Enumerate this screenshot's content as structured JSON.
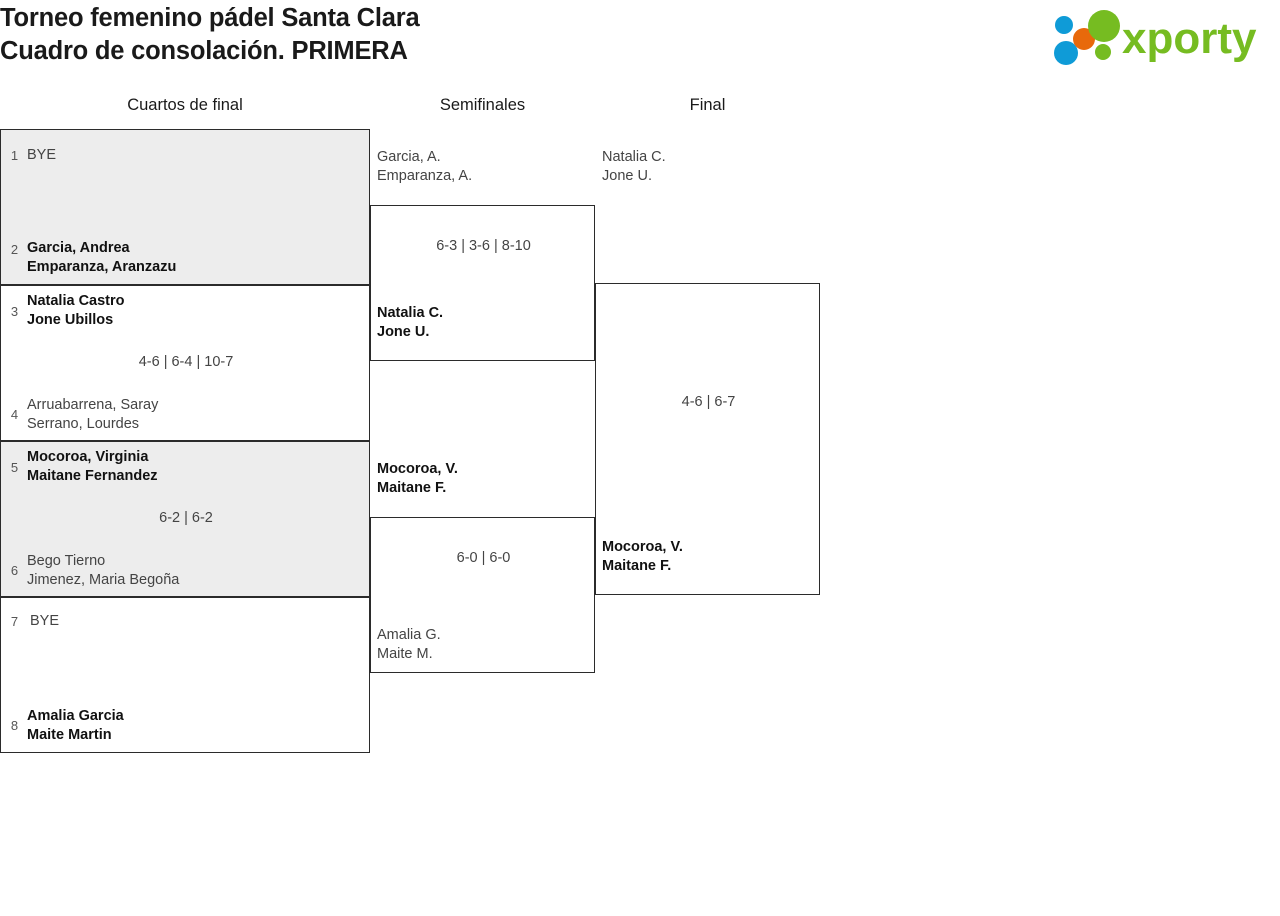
{
  "header": {
    "title": "Torneo femenino pádel Santa Clara\nCuadro de consolación. PRIMERA",
    "logo_text": "xporty",
    "logo_colors": {
      "green": "#76bc21",
      "orange": "#e8690b",
      "blue": "#0f9bd7"
    }
  },
  "rounds": [
    {
      "id": "qf",
      "label": "Cuartos de final"
    },
    {
      "id": "sf",
      "label": "Semifinales"
    },
    {
      "id": "f",
      "label": "Final"
    }
  ],
  "bracket": {
    "quarterfinals": [
      {
        "shaded": true,
        "top": {
          "seed": "1",
          "names": "BYE",
          "winner": false
        },
        "bottom": {
          "seed": "2",
          "names": "Garcia, Andrea\nEmparanza, Aranzazu",
          "winner": true
        },
        "score": ""
      },
      {
        "shaded": false,
        "top": {
          "seed": "3",
          "names": "Natalia Castro\nJone Ubillos",
          "winner": true
        },
        "bottom": {
          "seed": "4",
          "names": "Arruabarrena, Saray\nSerrano, Lourdes",
          "winner": false
        },
        "score": "4-6 | 6-4 | 10-7"
      },
      {
        "shaded": true,
        "top": {
          "seed": "5",
          "names": "Mocoroa, Virginia\nMaitane Fernandez",
          "winner": true
        },
        "bottom": {
          "seed": "6",
          "names": "Bego Tierno\nJimenez, Maria Begoña",
          "winner": false
        },
        "score": "6-2 | 6-2"
      },
      {
        "shaded": false,
        "top": {
          "seed": "7",
          "names": "BYE",
          "winner": false
        },
        "bottom": {
          "seed": "8",
          "names": "Amalia Garcia\nMaite Martin",
          "winner": true
        },
        "score": ""
      }
    ],
    "semifinals": [
      {
        "top": {
          "names": "Garcia, A.\nEmparanza, A.",
          "winner": false
        },
        "bottom": {
          "names": "Natalia C.\nJone U.",
          "winner": true
        },
        "score": "6-3 | 3-6 | 8-10"
      },
      {
        "top": {
          "names": "Mocoroa, V.\nMaitane F.",
          "winner": true
        },
        "bottom": {
          "names": "Amalia G.\nMaite M.",
          "winner": false
        },
        "score": "6-0 | 6-0"
      }
    ],
    "final": [
      {
        "top": {
          "names": "Natalia C.\nJone U.",
          "winner": false
        },
        "bottom": {
          "names": "Mocoroa, V.\nMaitane F.",
          "winner": true
        },
        "score": "4-6 | 6-7"
      }
    ]
  }
}
